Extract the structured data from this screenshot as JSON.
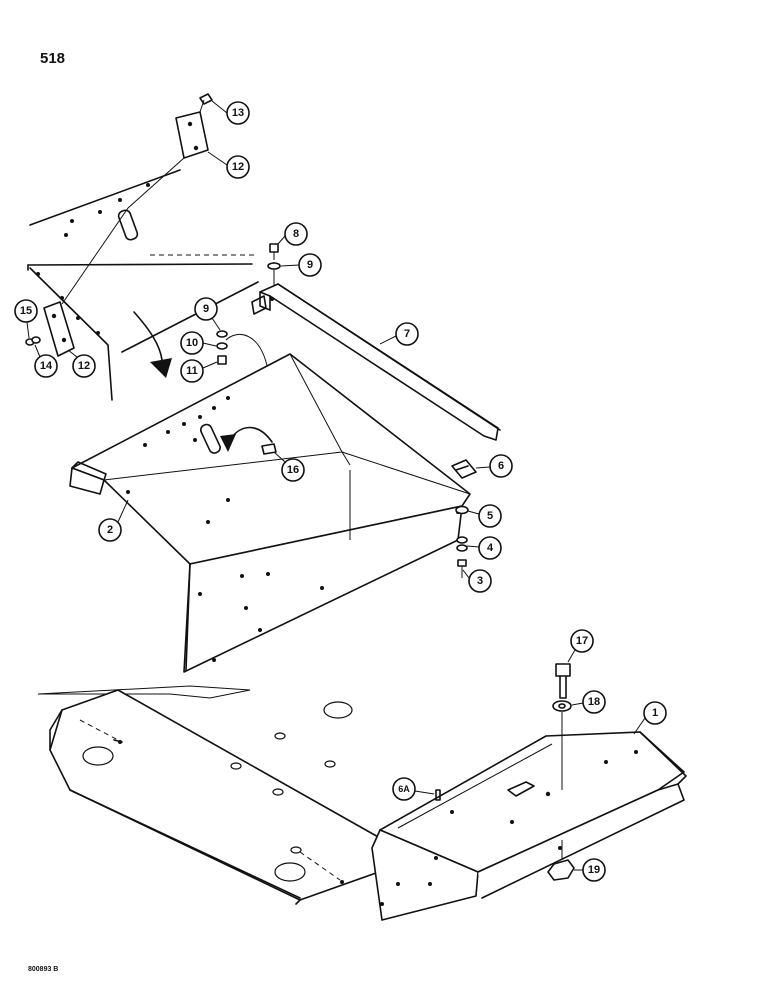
{
  "page": {
    "number": "518",
    "drawing_code": "800893 B"
  },
  "callouts": [
    {
      "id": "13",
      "label": "13"
    },
    {
      "id": "12a",
      "label": "12"
    },
    {
      "id": "8",
      "label": "8"
    },
    {
      "id": "9a",
      "label": "9"
    },
    {
      "id": "7",
      "label": "7"
    },
    {
      "id": "9b",
      "label": "9"
    },
    {
      "id": "10",
      "label": "10"
    },
    {
      "id": "11",
      "label": "11"
    },
    {
      "id": "15",
      "label": "15"
    },
    {
      "id": "14",
      "label": "14"
    },
    {
      "id": "12b",
      "label": "12"
    },
    {
      "id": "16",
      "label": "16"
    },
    {
      "id": "6",
      "label": "6"
    },
    {
      "id": "5",
      "label": "5"
    },
    {
      "id": "4",
      "label": "4"
    },
    {
      "id": "3",
      "label": "3"
    },
    {
      "id": "2",
      "label": "2"
    },
    {
      "id": "17",
      "label": "17"
    },
    {
      "id": "18",
      "label": "18"
    },
    {
      "id": "1",
      "label": "1"
    },
    {
      "id": "6A",
      "label": "6A"
    },
    {
      "id": "19",
      "label": "19"
    }
  ]
}
